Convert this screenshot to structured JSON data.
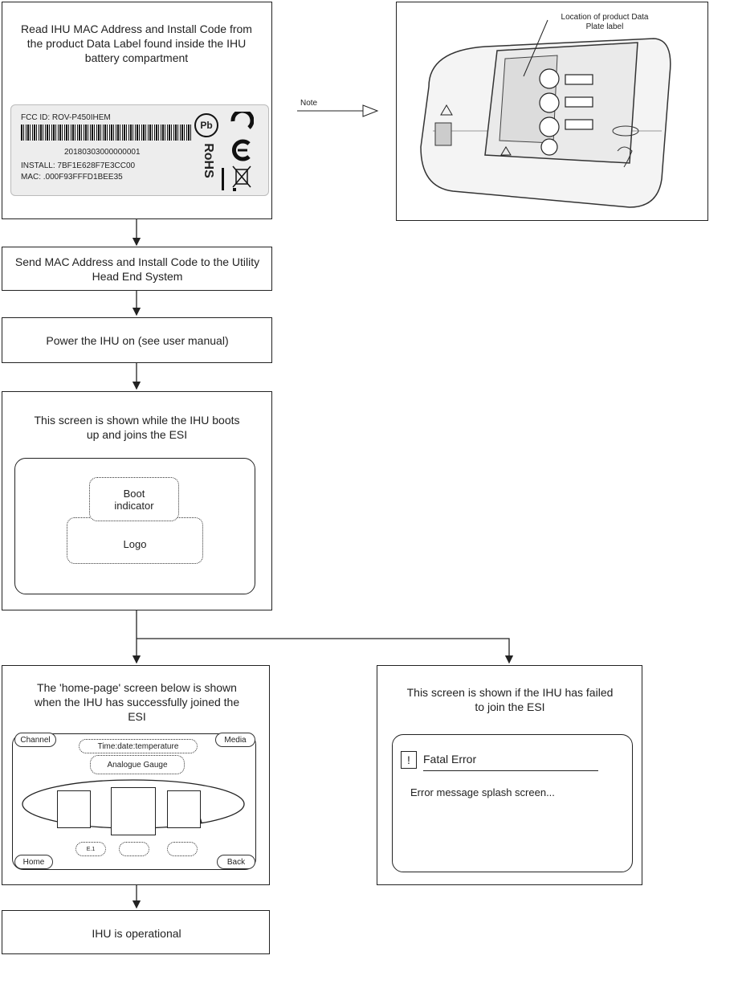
{
  "step1": {
    "title": "Read IHU MAC Address and Install Code from the product Data Label found inside the IHU battery compartment",
    "label": {
      "fcc": "FCC ID: ROV-P450IHEM",
      "serial": "20180303000000001",
      "install": "INSTALL: 7BF1E628F7E3CC00",
      "mac": "MAC: .000F93FFFD1BEE35",
      "pb": "Pb",
      "rohs": "RoHS"
    }
  },
  "note": {
    "label": "Note"
  },
  "device_image": {
    "callout": "Location of product Data Plate label"
  },
  "step2": {
    "text": "Send MAC Address and Install Code to the Utility Head End System"
  },
  "step3": {
    "text": "Power the IHU on (see user manual)"
  },
  "step4": {
    "text": "This screen is shown while the IHU boots up and joins the ESI",
    "boot_indicator": "Boot indicator",
    "logo": "Logo"
  },
  "step5a": {
    "text": "The 'home-page' screen below is shown when the IHU has successfully joined the ESI",
    "channel": "Channel",
    "media": "Media",
    "time_date": "Time:date:temperature",
    "gauge": "Analogue Gauge",
    "home": "Home",
    "back": "Back",
    "slot1": "E.1",
    "slot2": "",
    "slot3": ""
  },
  "step5b": {
    "text": "This screen is shown if the IHU has failed to join the ESI",
    "error_icon": "!",
    "error_title": "Fatal Error",
    "error_msg": "Error message splash screen..."
  },
  "step6": {
    "text": "IHU is operational"
  }
}
